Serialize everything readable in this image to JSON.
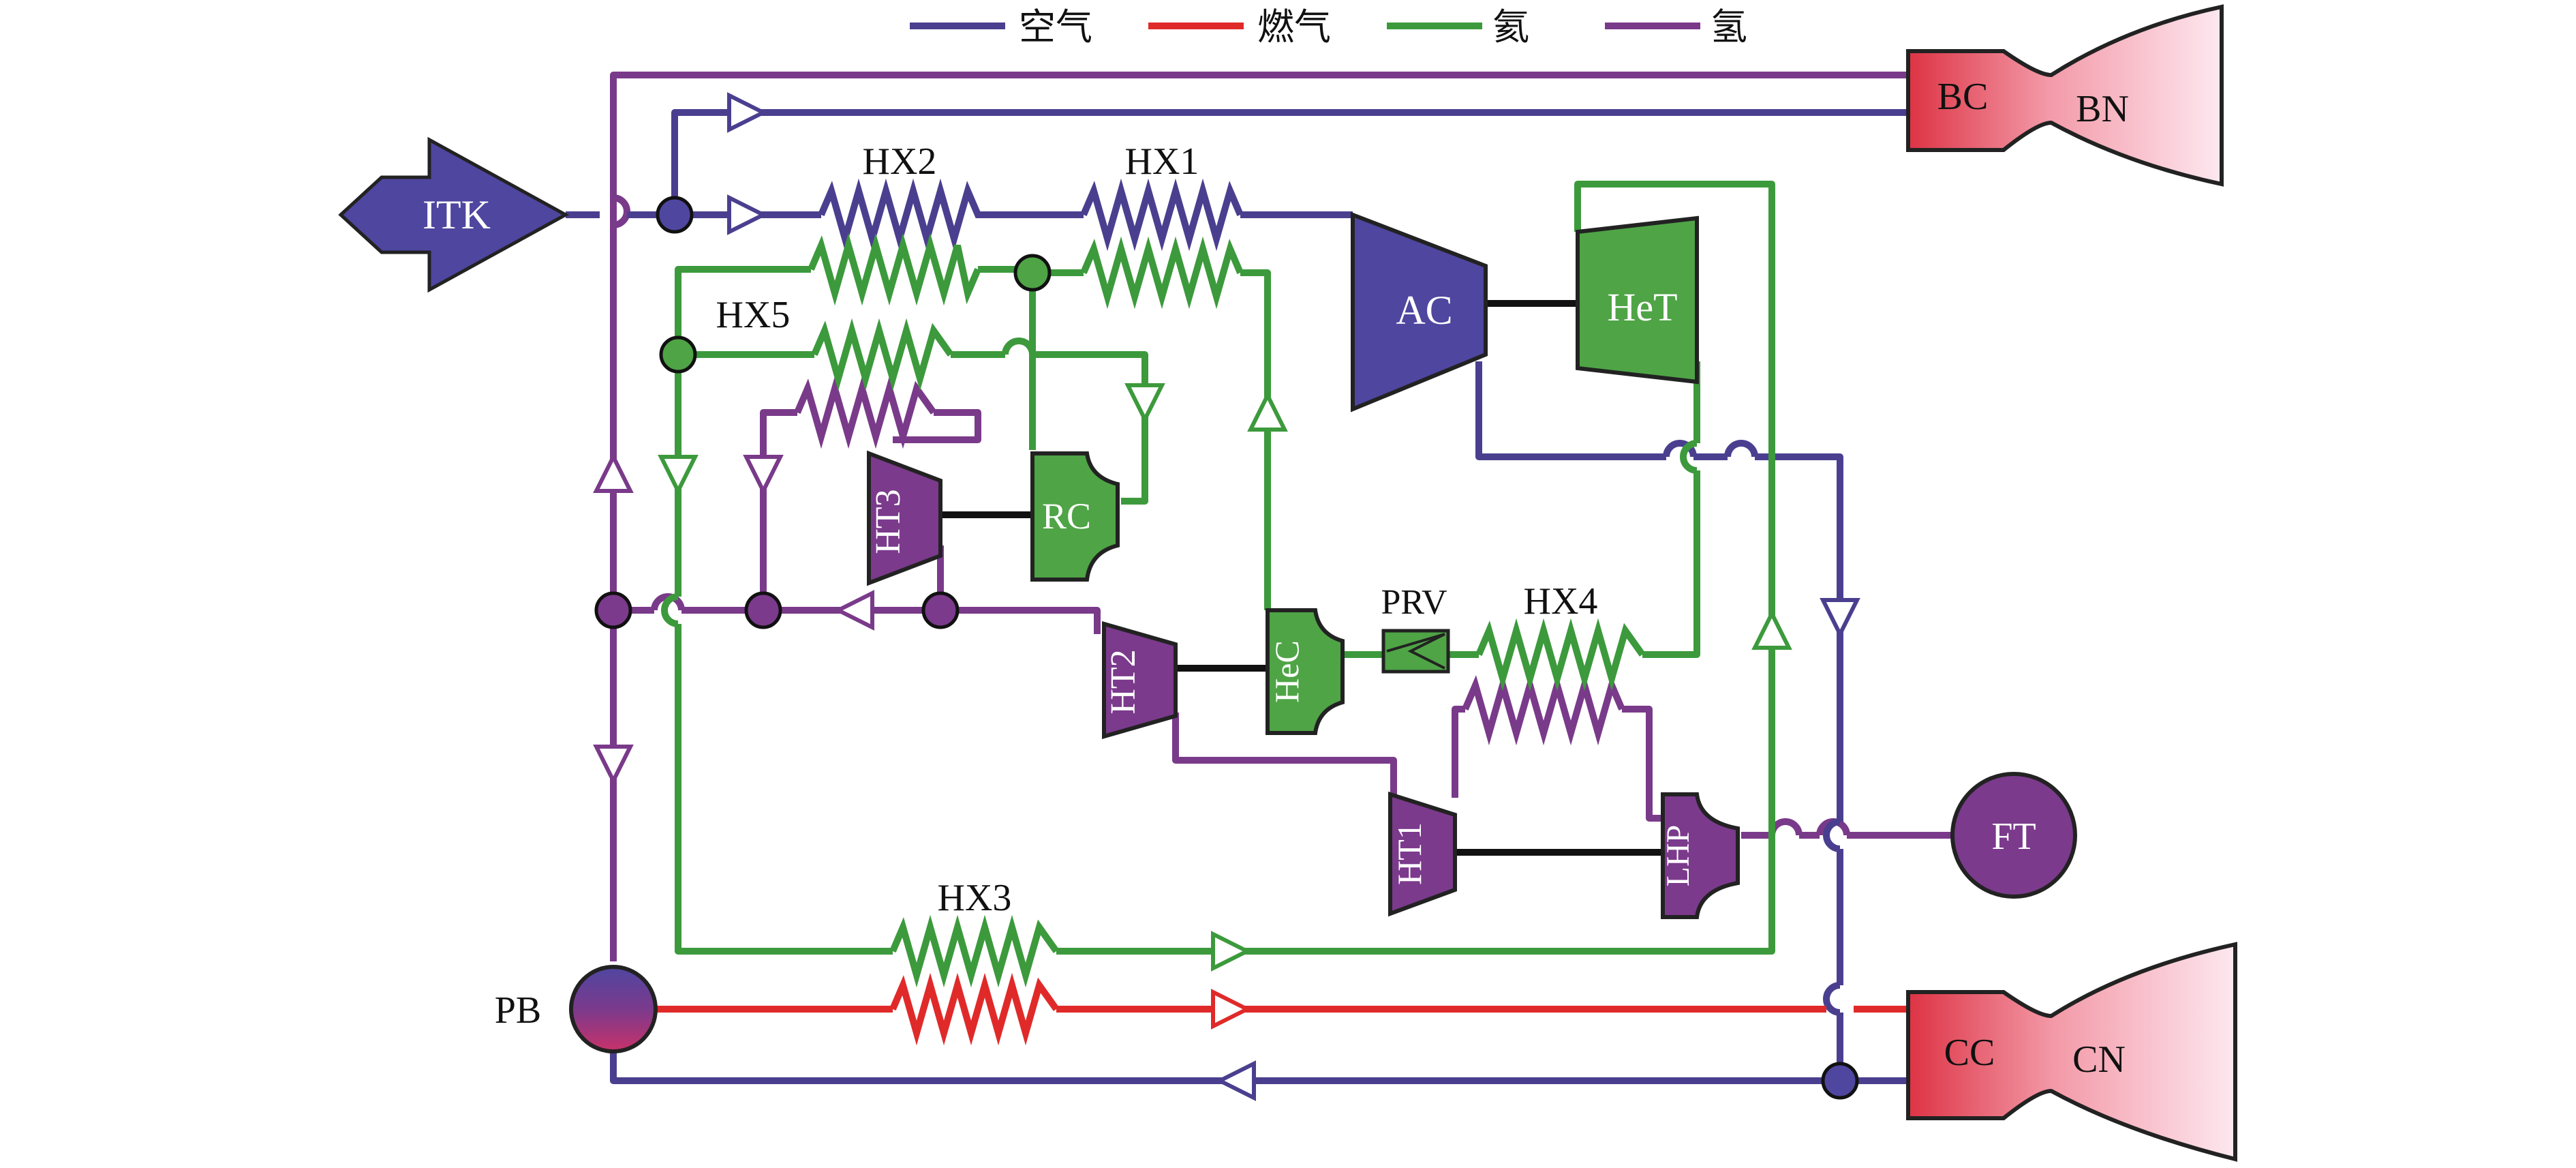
{
  "colors": {
    "air": "#4a3f8f",
    "gas": "#e02a2a",
    "helium": "#3c9a3c",
    "hydrogen": "#7a3a8a",
    "shaft": "#111111",
    "air_fill": "#4f46a0",
    "helium_fill": "#4fa446",
    "hydrogen_fill": "#7b3a8c",
    "nozzle_red": "#dd3344",
    "nozzle_pink": "#fde8f0",
    "text_light": "#ffffff",
    "text_dark": "#111111"
  },
  "legend": [
    {
      "label": "空气",
      "color": "#4a3f8f"
    },
    {
      "label": "燃气",
      "color": "#e02a2a"
    },
    {
      "label": "氦",
      "color": "#3c9a3c"
    },
    {
      "label": "氢",
      "color": "#7a3a8a"
    }
  ],
  "components": {
    "itk": "ITK",
    "bc": "BC",
    "bn": "BN",
    "cc": "CC",
    "cn": "CN",
    "ac": "AC",
    "het": "HeT",
    "hec": "HeC",
    "rc": "RC",
    "ht1": "HT1",
    "ht2": "HT2",
    "ht3": "HT3",
    "lhp": "LHP",
    "ft": "FT",
    "pb": "PB",
    "prv": "PRV",
    "hx1": "HX1",
    "hx2": "HX2",
    "hx3": "HX3",
    "hx4": "HX4",
    "hx5": "HX5"
  }
}
